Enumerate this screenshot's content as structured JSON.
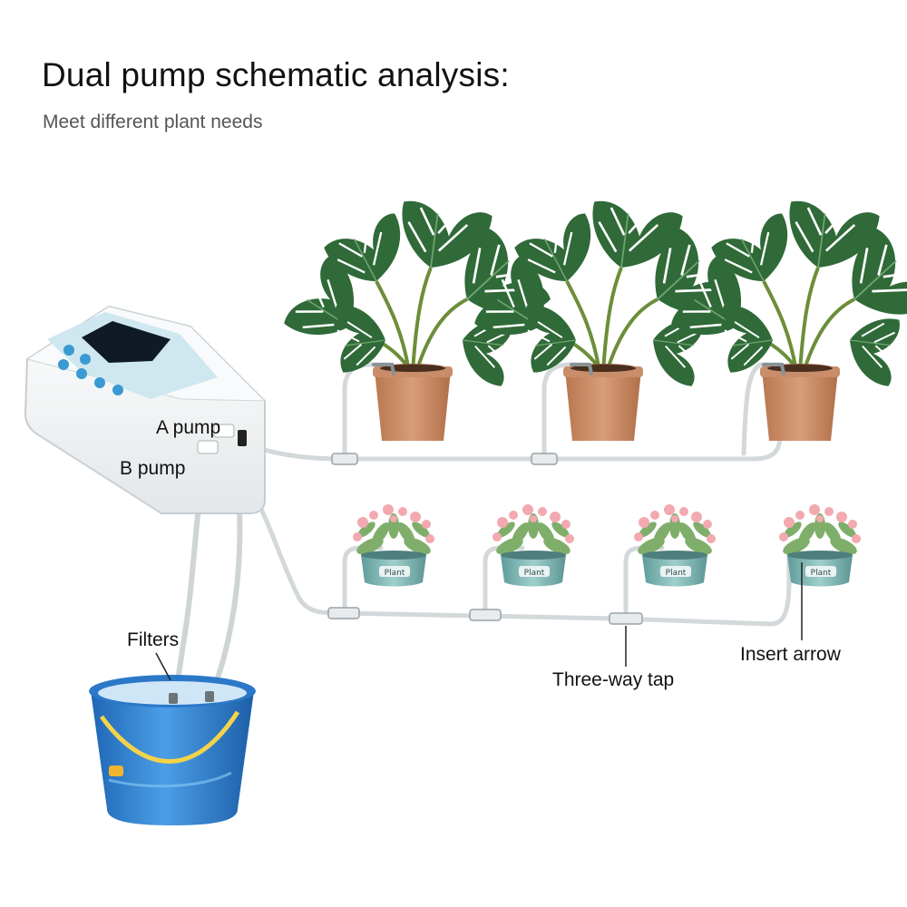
{
  "title": "Dual pump schematic analysis:",
  "subtitle": "Meet different plant needs",
  "labels": {
    "a_pump": "A pump",
    "b_pump": "B pump",
    "filters": "Filters",
    "three_way_tap": "Three-way tap",
    "insert_arrow": "Insert arrow"
  },
  "pot_label": "Plant",
  "colors": {
    "tube": "#d8dcdf",
    "leaf": "#2f6a38",
    "pot": "#c78b66",
    "bucket": "#2f7fcf",
    "succulent_pot": "#7fb5b3",
    "device": "#f1f4f5",
    "screen": "#0f1a25"
  }
}
